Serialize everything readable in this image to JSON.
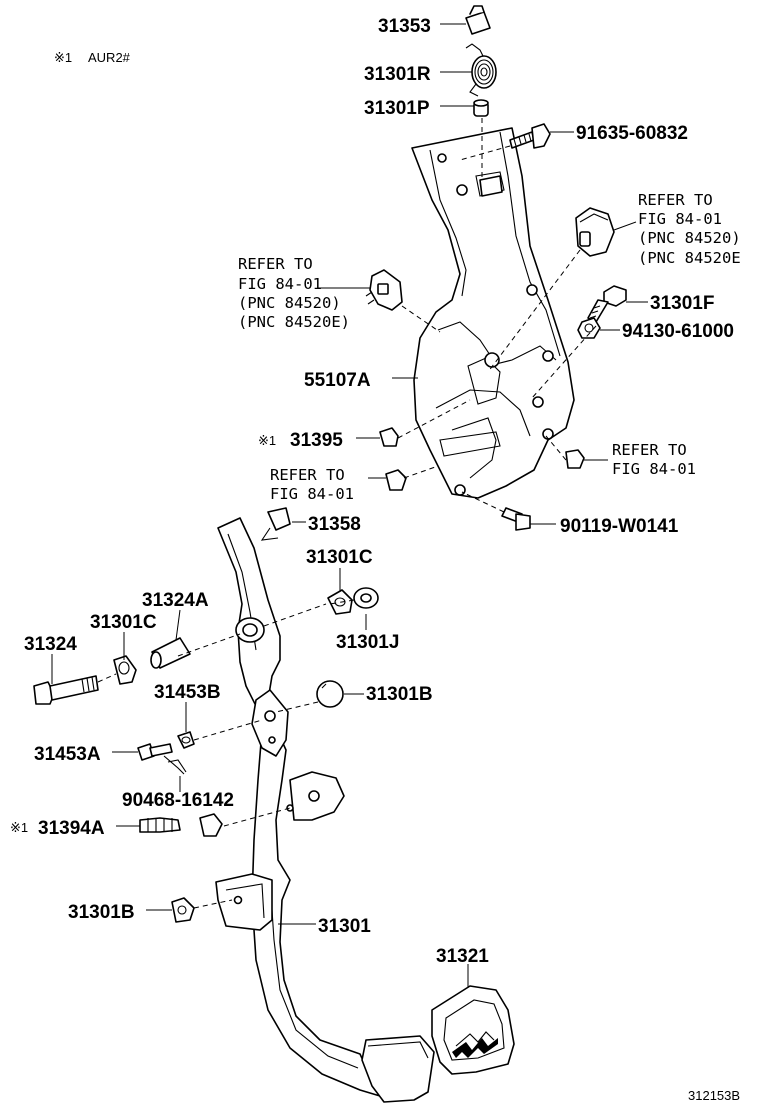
{
  "diagram_title": "",
  "notes": {
    "aur2_mark": "※1",
    "aur2_text": "AUR2#"
  },
  "labels": {
    "p31353": "31353",
    "p31301R": "31301R",
    "p31301P": "31301P",
    "p91635": "91635-60832",
    "p55107A": "55107A",
    "p31301F": "31301F",
    "p94130": "94130-61000",
    "p31395_mark": "※1",
    "p31395": "31395",
    "p31358": "31358",
    "p90119": "90119-W0141",
    "p31301C_top": "31301C",
    "p31324A": "31324A",
    "p31301C_left": "31301C",
    "p31301J": "31301J",
    "p31324": "31324",
    "p31453B": "31453B",
    "p31301B_top": "31301B",
    "p31453A": "31453A",
    "p90468": "90468-16142",
    "p31394A_mark": "※1",
    "p31394A": "31394A",
    "p31301B_bottom": "31301B",
    "p31301": "31301",
    "p31321": "31321"
  },
  "references": {
    "left": [
      "REFER TO",
      "FIG 84-01",
      "(PNC 84520)",
      "(PNC 84520E)"
    ],
    "right": [
      "REFER TO",
      "FIG 84-01",
      "(PNC 84520)",
      "(PNC 84520E"
    ],
    "lower_right": [
      "REFER TO",
      "FIG 84-01"
    ],
    "lower_middle": [
      "REFER TO",
      "FIG 84-01"
    ]
  },
  "figure_code": "312153B"
}
